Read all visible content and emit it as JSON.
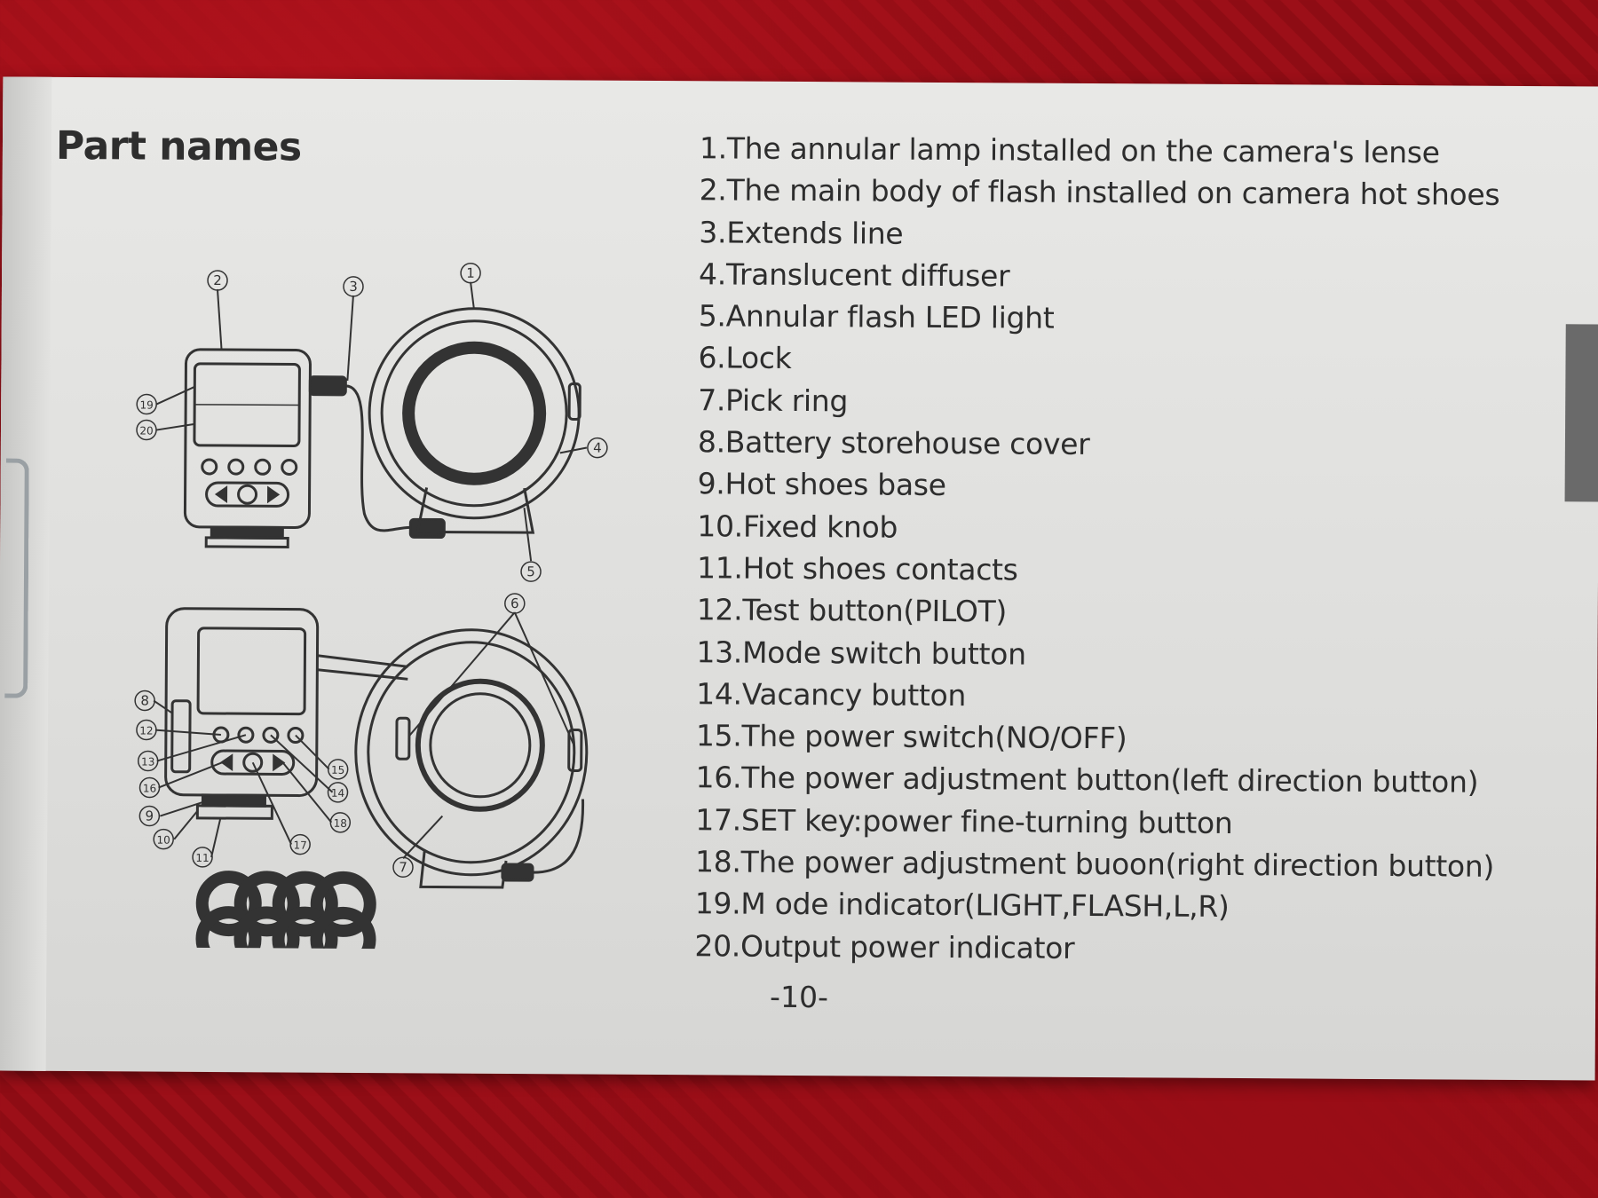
{
  "heading": "Part names",
  "parts": [
    "1.The annular lamp installed on the camera's lense",
    "2.The main body of flash installed on camera hot shoes",
    "3.Extends line",
    "4.Translucent diffuser",
    "5.Annular flash LED light",
    "6.Lock",
    "7.Pick ring",
    "8.Battery storehouse cover",
    "9.Hot shoes base",
    "10.Fixed knob",
    "11.Hot shoes contacts",
    "12.Test button(PILOT)",
    "13.Mode switch button",
    "14.Vacancy button",
    "15.The power switch(NO/OFF)",
    "16.The power adjustment button(left direction button)",
    "17.SET key:power fine-turning button",
    "18.The power adjustment buoon(right direction button)",
    "19.M ode indicator(LIGHT,FLASH,L,R)",
    "20.Output power indicator"
  ],
  "page_number": "-10-",
  "diagram_callouts": [
    "1",
    "2",
    "3",
    "4",
    "5",
    "6",
    "7",
    "8",
    "9",
    "10",
    "11",
    "12",
    "13",
    "14",
    "15",
    "16",
    "17",
    "18",
    "19",
    "20"
  ],
  "colors": {
    "paper": "#e4e4e2",
    "ink": "#2d2d2d",
    "tablecloth": "#960e17"
  }
}
